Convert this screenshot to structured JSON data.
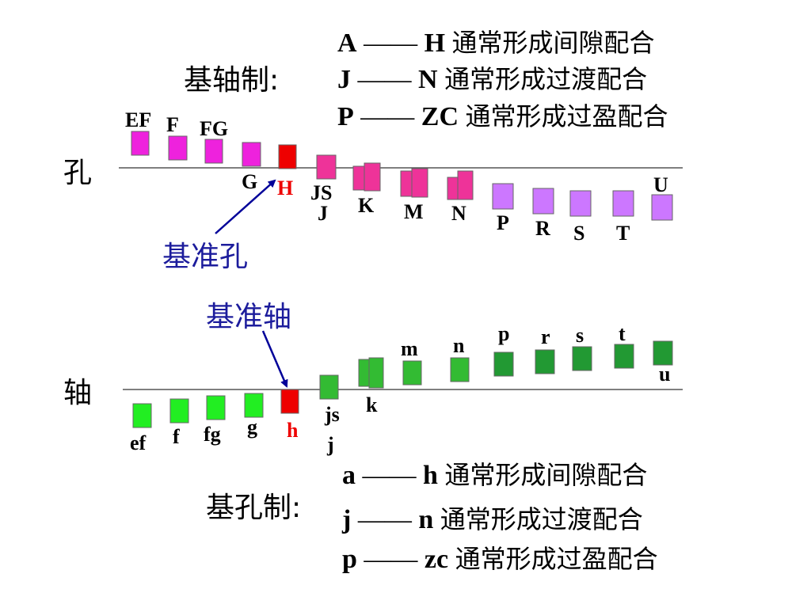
{
  "hole": {
    "system_title": "基轴制:",
    "row_label": "孔",
    "reference_label": "基准孔",
    "rules": [
      {
        "from": "A",
        "dash": "——",
        "to": "H",
        "text": "通常形成间隙配合"
      },
      {
        "from": "J",
        "dash": "——",
        "to": "N",
        "text": "通常形成过渡配合"
      },
      {
        "from": "P",
        "dash": "——",
        "to": "ZC",
        "text": "通常形成过盈配合"
      }
    ],
    "bands": [
      "EF",
      "F",
      "FG",
      "G",
      "H",
      "JS",
      "J",
      "K",
      "M",
      "N",
      "P",
      "R",
      "S",
      "T",
      "U"
    ]
  },
  "shaft": {
    "system_title": "基孔制:",
    "row_label": "轴",
    "reference_label": "基准轴",
    "rules": [
      {
        "from": "a",
        "dash": "——",
        "to": "h",
        "text": "通常形成间隙配合"
      },
      {
        "from": "j",
        "dash": "——",
        "to": "n",
        "text": "通常形成过渡配合"
      },
      {
        "from": "p",
        "dash": "——",
        "to": "zc",
        "text": "通常形成过盈配合"
      }
    ],
    "bands": [
      "ef",
      "f",
      "fg",
      "g",
      "h",
      "js",
      "j",
      "k",
      "m",
      "n",
      "p",
      "r",
      "s",
      "t",
      "u"
    ]
  },
  "colors": {
    "hole_band": "#ee22dd",
    "hole_base": "#ee0000",
    "hole_transition": "#ee3399",
    "hole_interference": "#cc77ff",
    "shaft_band": "#22ee22",
    "shaft_base": "#ee0000",
    "shaft_transition": "#33bb33",
    "shaft_interference": "#229933",
    "arrow": "#000099",
    "reference_text": "#1c1c9c",
    "base_label": "#ee0000"
  }
}
